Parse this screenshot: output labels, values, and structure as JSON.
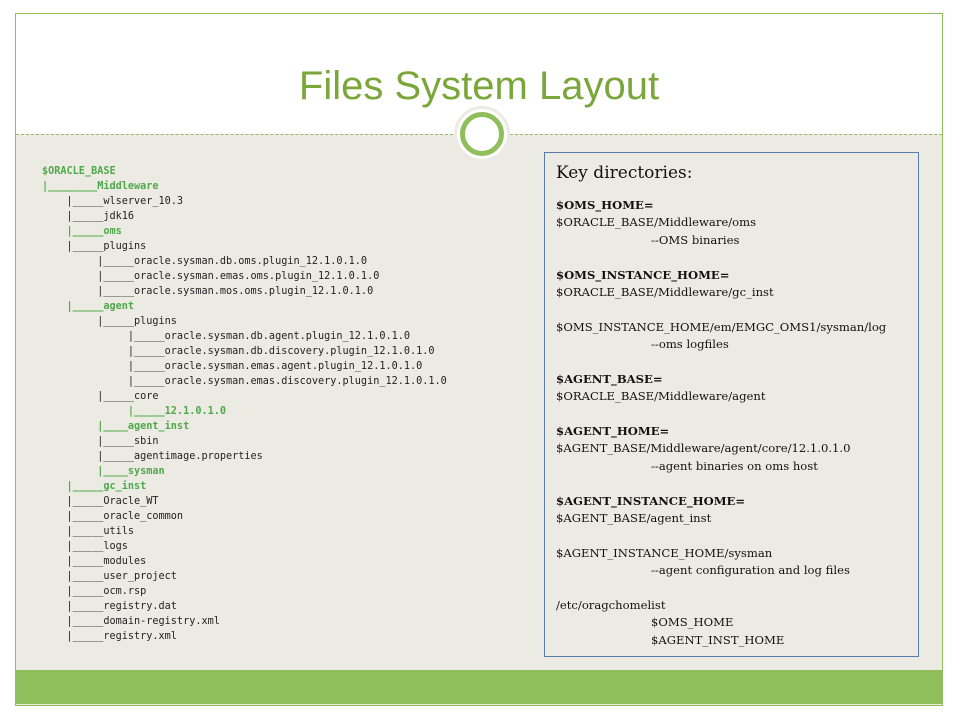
{
  "title": "Files System Layout",
  "tree": [
    {
      "text": "$ORACLE_BASE",
      "hl": true
    },
    {
      "text": "|________Middleware",
      "hl": true
    },
    {
      "text": "    |_____wlserver_10.3",
      "hl": false
    },
    {
      "text": "    |_____jdk16",
      "hl": false
    },
    {
      "text": "    |_____oms",
      "hl": true
    },
    {
      "text": "    |_____plugins",
      "hl": false
    },
    {
      "text": "         |_____oracle.sysman.db.oms.plugin_12.1.0.1.0",
      "hl": false
    },
    {
      "text": "         |_____oracle.sysman.emas.oms.plugin_12.1.0.1.0",
      "hl": false
    },
    {
      "text": "         |_____oracle.sysman.mos.oms.plugin_12.1.0.1.0",
      "hl": false
    },
    {
      "text": "    |_____agent",
      "hl": true
    },
    {
      "text": "         |_____plugins",
      "hl": false
    },
    {
      "text": "              |_____oracle.sysman.db.agent.plugin_12.1.0.1.0",
      "hl": false
    },
    {
      "text": "              |_____oracle.sysman.db.discovery.plugin_12.1.0.1.0",
      "hl": false
    },
    {
      "text": "              |_____oracle.sysman.emas.agent.plugin_12.1.0.1.0",
      "hl": false
    },
    {
      "text": "              |_____oracle.sysman.emas.discovery.plugin_12.1.0.1.0",
      "hl": false
    },
    {
      "text": "         |_____core",
      "hl": false
    },
    {
      "text": "              |_____12.1.0.1.0",
      "hl": true
    },
    {
      "text": "         |____agent_inst",
      "hl": true
    },
    {
      "text": "         |_____sbin",
      "hl": false
    },
    {
      "text": "         |_____agentimage.properties",
      "hl": false
    },
    {
      "text": "         |____sysman",
      "hl": true
    },
    {
      "text": "    |_____gc_inst",
      "hl": true
    },
    {
      "text": "    |_____Oracle_WT",
      "hl": false
    },
    {
      "text": "    |_____oracle_common",
      "hl": false
    },
    {
      "text": "    |_____utils",
      "hl": false
    },
    {
      "text": "    |_____logs",
      "hl": false
    },
    {
      "text": "    |_____modules",
      "hl": false
    },
    {
      "text": "    |_____user_project",
      "hl": false
    },
    {
      "text": "    |_____ocm.rsp",
      "hl": false
    },
    {
      "text": "    |_____registry.dat",
      "hl": false
    },
    {
      "text": "    |_____domain-registry.xml",
      "hl": false
    },
    {
      "text": "    |_____registry.xml",
      "hl": false
    }
  ],
  "key": {
    "heading": "Key directories:",
    "lines": [
      {
        "text": "$OMS_HOME=",
        "style": "b"
      },
      {
        "text": "$ORACLE_BASE/Middleware/oms",
        "style": ""
      },
      {
        "text": "--OMS binaries",
        "style": "ind"
      },
      {
        "text": "",
        "style": ""
      },
      {
        "text": "$OMS_INSTANCE_HOME=",
        "style": "b"
      },
      {
        "text": "$ORACLE_BASE/Middleware/gc_inst",
        "style": ""
      },
      {
        "text": "",
        "style": ""
      },
      {
        "text": "$OMS_INSTANCE_HOME/em/EMGC_OMS1/sysman/log",
        "style": ""
      },
      {
        "text": "--oms logfiles",
        "style": "ind"
      },
      {
        "text": "",
        "style": ""
      },
      {
        "text": "$AGENT_BASE=",
        "style": "b"
      },
      {
        "text": "$ORACLE_BASE/Middleware/agent",
        "style": ""
      },
      {
        "text": "",
        "style": ""
      },
      {
        "text": "$AGENT_HOME=",
        "style": "b"
      },
      {
        "text": "$AGENT_BASE/Middleware/agent/core/12.1.0.1.0",
        "style": ""
      },
      {
        "text": "--agent binaries on oms host",
        "style": "ind"
      },
      {
        "text": "",
        "style": ""
      },
      {
        "text": "$AGENT_INSTANCE_HOME=",
        "style": "b"
      },
      {
        "text": "$AGENT_BASE/agent_inst",
        "style": ""
      },
      {
        "text": "",
        "style": ""
      },
      {
        "text": "$AGENT_INSTANCE_HOME/sysman",
        "style": ""
      },
      {
        "text": "--agent configuration and log files",
        "style": "ind"
      },
      {
        "text": "",
        "style": ""
      },
      {
        "text": "/etc/oragchomelist",
        "style": ""
      },
      {
        "text": "$OMS_HOME",
        "style": "ind"
      },
      {
        "text": "$AGENT_INST_HOME",
        "style": "ind"
      }
    ]
  },
  "colors": {
    "accent_green": "#8fbf5a",
    "title_green": "#7aa63a",
    "tree_highlight": "#4fa84a",
    "box_border": "#5a7bb0",
    "panel_bg": "#ecebe3"
  }
}
